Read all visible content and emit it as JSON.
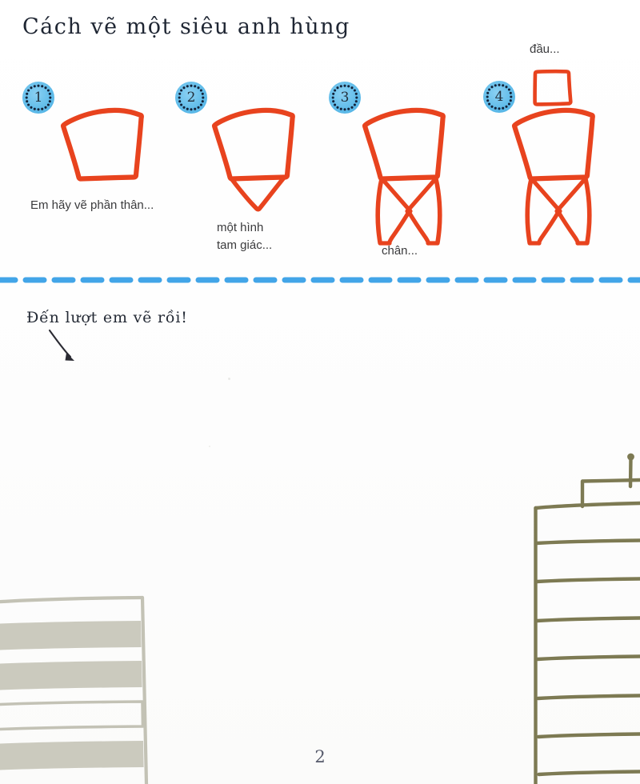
{
  "page": {
    "title": "Cách vẽ một siêu anh hùng",
    "page_number": "2",
    "prompt": "Đến lượt em vẽ rồi!",
    "colors": {
      "title_ink": "#1f2633",
      "figure_orange": "#e8431e",
      "badge_blue": "#5bbde9",
      "badge_dot": "#13233a",
      "divider_blue": "#42a5e8",
      "caption_gray": "#3b3b3d",
      "building_left_gray": "#c9c8bc",
      "building_right_olive": "#7d7a53",
      "page_bg": "#fdfdfd"
    }
  },
  "steps": [
    {
      "number": "1",
      "caption": "Em hãy vẽ phần thân...",
      "badge_name": "step-badge-1",
      "figure_name": "figure-step-1-torso"
    },
    {
      "number": "2",
      "caption": "một hình\ntam giác...",
      "badge_name": "step-badge-2",
      "figure_name": "figure-step-2-triangle"
    },
    {
      "number": "3",
      "caption": "chân...",
      "badge_name": "step-badge-3",
      "figure_name": "figure-step-3-legs"
    },
    {
      "number": "4",
      "caption": "đầu...",
      "badge_name": "step-badge-4",
      "figure_name": "figure-step-4-head"
    }
  ],
  "icons": {
    "arrow": "down-right-arrow-icon",
    "antenna": "antenna-icon",
    "building_left": "building-left-icon",
    "building_right": "building-right-icon",
    "divider": "dashed-divider-icon"
  },
  "drawing_area": {
    "label": ""
  }
}
